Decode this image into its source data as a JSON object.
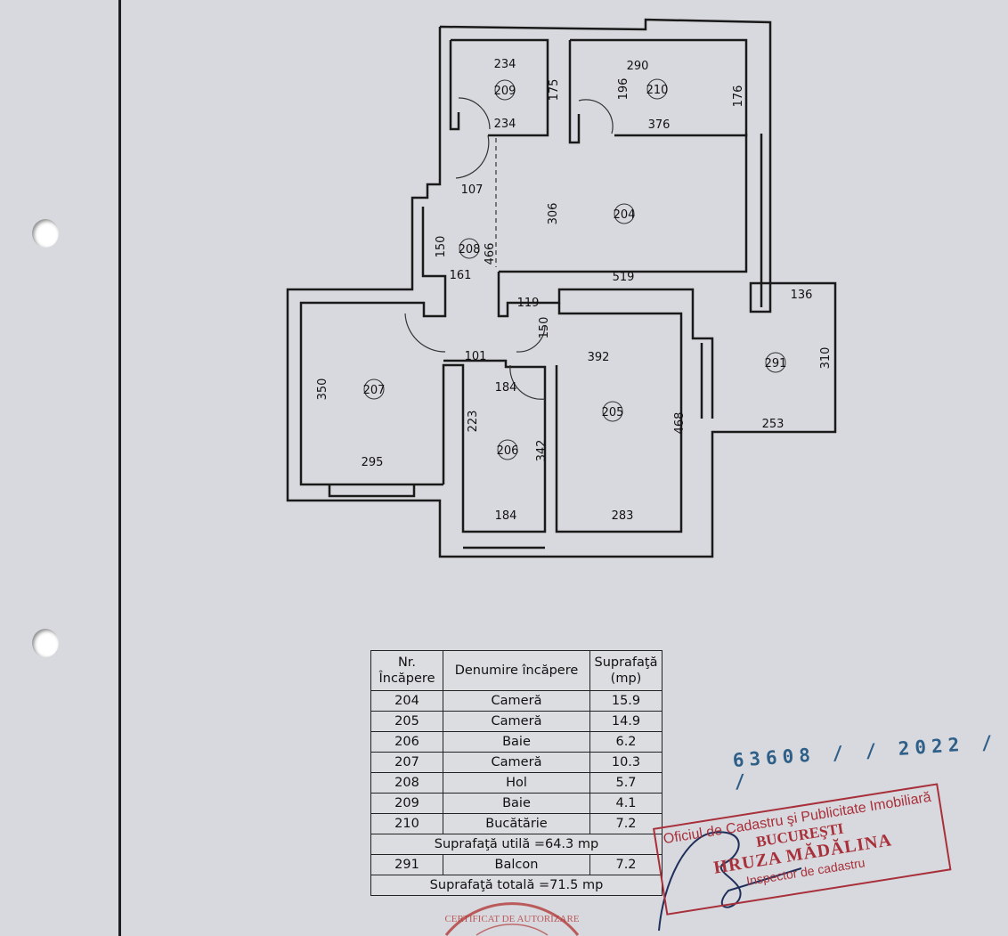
{
  "plan": {
    "rooms": [
      "209",
      "210",
      "204",
      "208",
      "207",
      "205",
      "206",
      "291"
    ],
    "dimensions": [
      "234",
      "234",
      "175",
      "290",
      "196",
      "176",
      "376",
      "107",
      "306",
      "466",
      "150",
      "161",
      "519",
      "136",
      "119",
      "150",
      "101",
      "392",
      "310",
      "350",
      "184",
      "223",
      "342",
      "468",
      "253",
      "295",
      "184",
      "283"
    ]
  },
  "table": {
    "headers": {
      "nr": "Nr. Încăpere",
      "name": "Denumire încăpere",
      "area": "Suprafaţă (mp)"
    },
    "rows": [
      {
        "nr": "204",
        "name": "Cameră",
        "area": "15.9"
      },
      {
        "nr": "205",
        "name": "Cameră",
        "area": "14.9"
      },
      {
        "nr": "206",
        "name": "Baie",
        "area": "6.2"
      },
      {
        "nr": "207",
        "name": "Cameră",
        "area": "10.3"
      },
      {
        "nr": "208",
        "name": "Hol",
        "area": "5.7"
      },
      {
        "nr": "209",
        "name": "Baie",
        "area": "4.1"
      },
      {
        "nr": "210",
        "name": "Bucătărie",
        "area": "7.2"
      }
    ],
    "useful_area": "Suprafaţă utilă =64.3 mp",
    "balcony": {
      "nr": "291",
      "name": "Balcon",
      "area": "7.2"
    },
    "total_area": "Suprafaţă totală =71.5 mp"
  },
  "registration_number": "63608 / / 2022 / /",
  "stamp": {
    "office": "Oficiul de Cadastru şi Publicitate Imobiliară",
    "city": "BUCUREŞTI",
    "name": "HRUZA MĂDĂLINA",
    "role": "Inspector de cadastru"
  },
  "round_stamp": {
    "text": "CERTIFICAT DE AUTORIZARE"
  },
  "colors": {
    "stamp_red": "#a8303a",
    "ink_blue": "#2e5f88",
    "paper": "#d8d9de"
  }
}
